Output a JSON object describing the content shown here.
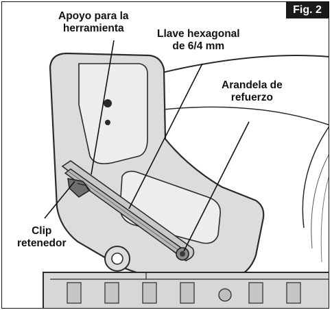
{
  "figure": {
    "label": "Fig. 2"
  },
  "callouts": {
    "tool_rest": {
      "line1": "Apoyo para la",
      "line2": "herramienta"
    },
    "hex_wrench": {
      "line1": "Llave hexagonal",
      "line2": "de 6/4 mm"
    },
    "reinforcement_washer": {
      "line1": "Arandela de",
      "line2": "refuerzo"
    },
    "retaining_clip": {
      "line1": "Clip",
      "line2": "retenedor"
    }
  },
  "colors": {
    "metal": "#d9dadb",
    "metal_light": "#ececec",
    "outline": "#2a2a2a",
    "badge": "#1a1a1a"
  }
}
